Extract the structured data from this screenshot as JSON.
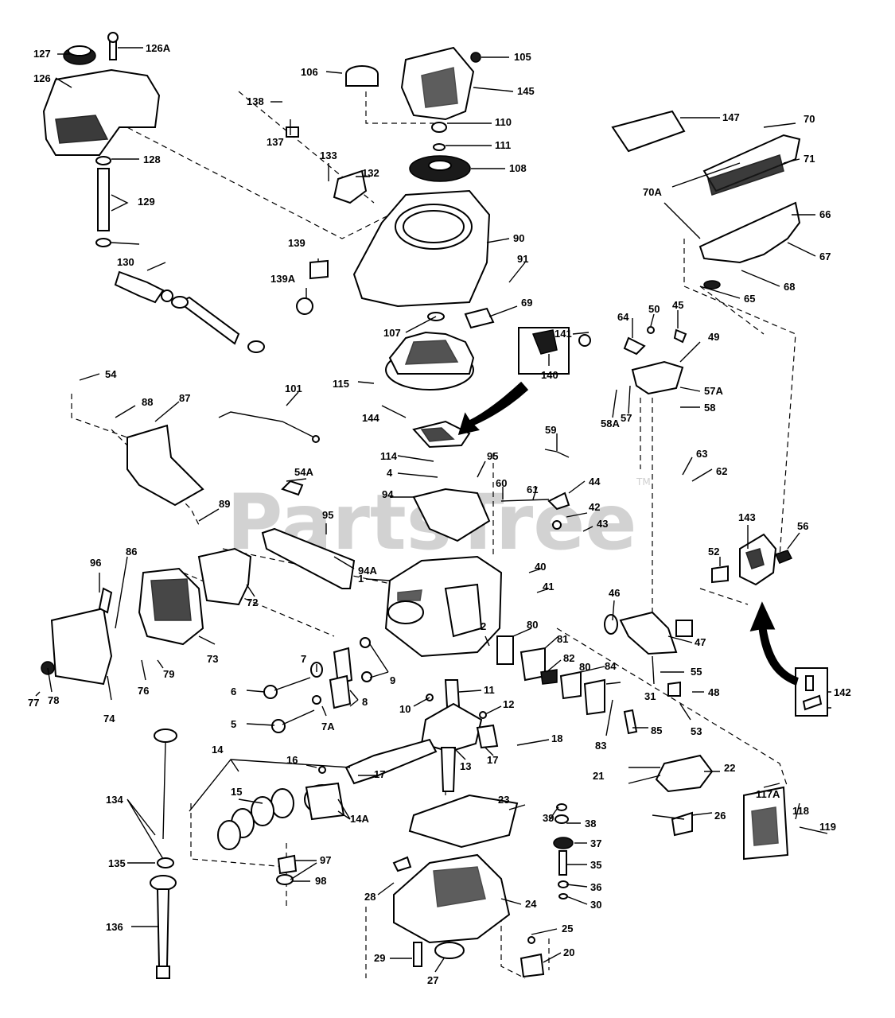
{
  "watermark": {
    "text": "PartsTree",
    "trademark": "TM"
  },
  "part_labels": [
    "127",
    "126A",
    "126",
    "106",
    "105",
    "145",
    "138",
    "137",
    "110",
    "111",
    "108",
    "147",
    "70",
    "71",
    "70A",
    "66",
    "67",
    "68",
    "65",
    "128",
    "129",
    "133",
    "132",
    "90",
    "91",
    "139",
    "139A",
    "130",
    "107",
    "69",
    "64",
    "50",
    "45",
    "141",
    "140",
    "49",
    "57A",
    "58A",
    "57",
    "58",
    "54",
    "88",
    "87",
    "101",
    "115",
    "144",
    "59",
    "63",
    "62",
    "114",
    "95",
    "4",
    "60",
    "61",
    "44",
    "42",
    "43",
    "54A",
    "94",
    "89",
    "143",
    "56",
    "95",
    "94A",
    "86",
    "96",
    "72",
    "1",
    "40",
    "41",
    "52",
    "46",
    "47",
    "73",
    "74",
    "76",
    "79",
    "78",
    "77",
    "7",
    "9",
    "2",
    "80",
    "81",
    "82",
    "84",
    "80",
    "55",
    "31",
    "48",
    "53",
    "85",
    "83",
    "6",
    "8",
    "5",
    "7A",
    "10",
    "11",
    "12",
    "13",
    "18",
    "17",
    "14",
    "16",
    "21",
    "22",
    "117A",
    "118",
    "119",
    "26",
    "15",
    "14A",
    "17",
    "134",
    "23",
    "39",
    "38",
    "37",
    "97",
    "98",
    "135",
    "35",
    "36",
    "30",
    "28",
    "24",
    "136",
    "25",
    "20",
    "29",
    "27",
    "142"
  ],
  "icons": [
    "diagram-arrow-flywheel",
    "diagram-arrow-carburetor"
  ]
}
